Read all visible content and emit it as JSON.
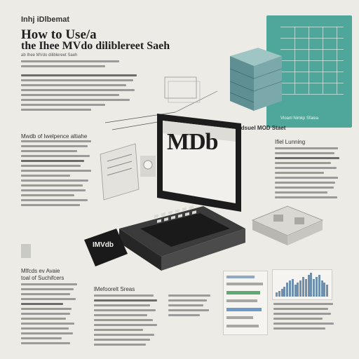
{
  "header": {
    "kicker": "Inhj iDlbemat",
    "title_line1": "How to  Use/a",
    "title_line2": "the Ihee MVdo diliblereet Saeh",
    "subtitle": "ab Ihee MVdo diliblereet Saeh"
  },
  "sections": {
    "section_a_heading": "Mwdb of Iwelpence altiahe",
    "section_b_heading": "Mlfcds ev Avaie",
    "section_b_sub": "toal of Suchifcers",
    "section_c_heading": "lMefoorelt Sreas",
    "right_caption": "Vacdsuel MOD Staet",
    "right_heading": "Ifiel Lunning"
  },
  "panel": {
    "footer_text": "Vloanl Nimkp Sfaiea"
  },
  "device": {
    "screen_text": "MDb",
    "badge_text": "IMVdb"
  },
  "colors": {
    "teal": "#4ea79a",
    "monitor": "#1c1c1c",
    "bg": "#ecebe6"
  },
  "chart_data": {
    "type": "bar",
    "values": [
      2,
      3,
      4,
      5,
      7,
      8,
      9,
      6,
      7,
      8,
      10,
      9,
      11,
      12,
      9,
      10,
      11,
      8,
      7,
      6
    ]
  }
}
